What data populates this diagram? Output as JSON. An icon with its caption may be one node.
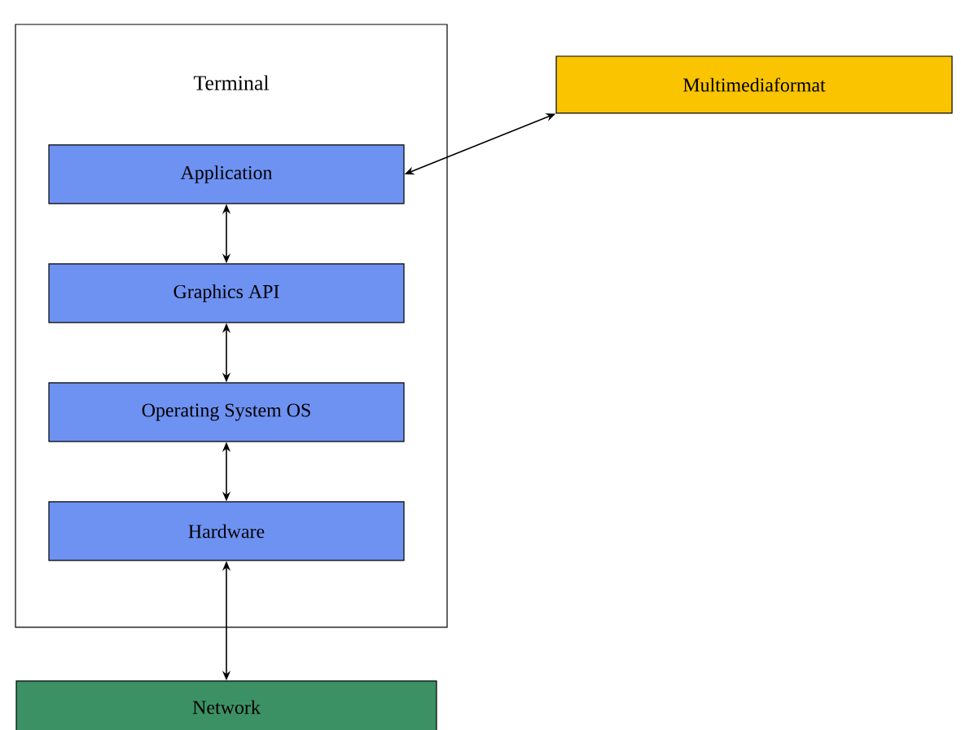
{
  "diagram": {
    "nodes": [
      {
        "text": [
          "Terminal"
        ]
      },
      {
        "text": [
          "Application"
        ],
        "in": 0
      },
      {
        "text": [
          "Graphics API"
        ],
        "in": 0
      },
      {
        "text": [
          "Operating System OS"
        ],
        "in": 0
      },
      {
        "text": [
          "Hardware"
        ],
        "in": 0
      },
      {
        "text": [
          "Multimediaformat"
        ]
      },
      {
        "text": [
          "Network"
        ]
      }
    ],
    "edges": [
      {
        "from": 1,
        "to": 2,
        "arrow": "both"
      },
      {
        "from": 2,
        "to": 3,
        "arrow": "both"
      },
      {
        "from": 3,
        "to": 4,
        "arrow": "both"
      },
      {
        "from": 4,
        "to": 6,
        "arrow": "both"
      },
      {
        "from": 1,
        "to": 5,
        "arrow": "both"
      }
    ]
  }
}
